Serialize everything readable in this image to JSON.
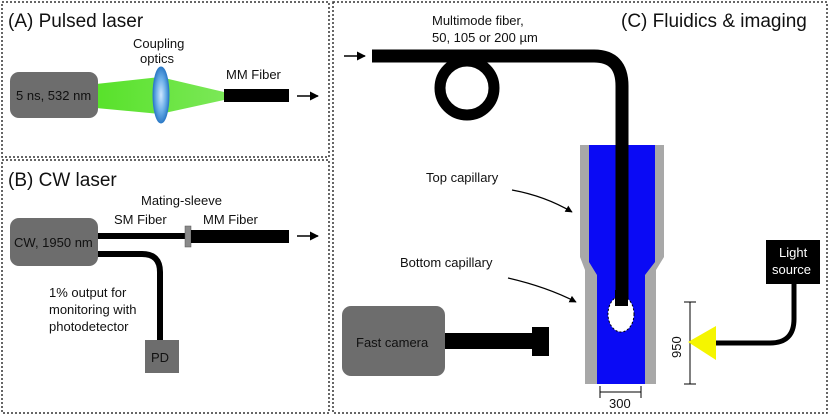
{
  "panels": {
    "a": {
      "title": "(A) Pulsed laser",
      "laser_label": "5 ns, 532 nm",
      "optics_label_line1": "Coupling",
      "optics_label_line2": "optics",
      "fiber_label": "MM Fiber"
    },
    "b": {
      "title": "(B) CW laser",
      "laser_label": "CW, 1950 nm",
      "sleeve_label": "Mating-sleeve",
      "sm_fiber_label": "SM Fiber",
      "mm_fiber_label": "MM Fiber",
      "output_line1": "1% output for",
      "output_line2": "monitoring with",
      "output_line3": "photodetector",
      "pd_label": "PD"
    },
    "c": {
      "title": "(C) Fluidics & imaging",
      "fiber_line1": "Multimode fiber,",
      "fiber_line2": "50, 105 or 200 µm",
      "top_capillary": "Top capillary",
      "bottom_capillary": "Bottom capillary",
      "camera_label": "Fast camera",
      "light_line1": "Light",
      "light_line2": "source",
      "height_label": "950",
      "width_label": "300"
    }
  },
  "colors": {
    "laser_box": "#6d6d6d",
    "beam": "#4fe01f",
    "lens": "#5aa0e0",
    "fiber": "#000000",
    "capillary_wall": "#a8a8a8",
    "fluid": "#0a0af5",
    "light_cone": "#f5f500",
    "light_box": "#000000"
  }
}
